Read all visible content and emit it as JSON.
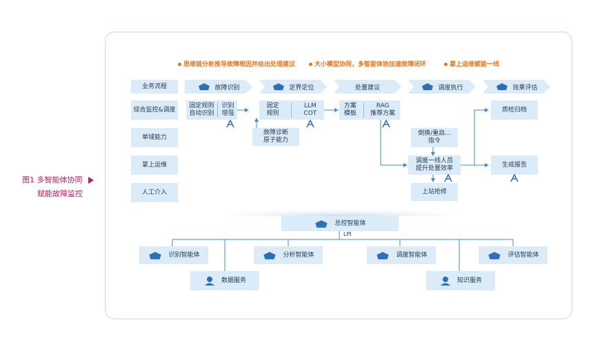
{
  "caption": {
    "line1": "图1  多智能体协同",
    "line2": "赋能故障监控"
  },
  "highlights": [
    "思维链分析推导故障根因并给出处理建议",
    "大小模型协同，多智能体协加速故障闭环",
    "掌上运维赋能一线"
  ],
  "business": [
    "业务流程",
    "综合监控&调度",
    "单域能力",
    "掌上运维",
    "人工介入"
  ],
  "steps": [
    "故障识别",
    "定界定位",
    "处置建议",
    "调度执行",
    "效果评估"
  ],
  "identify": {
    "a": "固定规则\n自动识别",
    "b": "识别\n增强"
  },
  "locate": {
    "a": "固定\n规则",
    "b": "LLM\nCOT"
  },
  "diag": "故障诊断\n原子能力",
  "suggest": {
    "a": "方案\n模板",
    "b": "RAG\n推荐方案"
  },
  "dispatch": {
    "switch": "倒换/重启...\n指令",
    "staff": "调度一线人员\n提升处置效率",
    "repair": "上站抢修"
  },
  "evaluate": {
    "archive": "质检归档",
    "report": "生成报告"
  },
  "master": "总控智能体",
  "lpi": "LPI",
  "agents": [
    "识别智能体",
    "分析智能体",
    "调度智能体",
    "评估智能体"
  ],
  "services": [
    "数据服务",
    "知识服务"
  ],
  "colors": {
    "accent": "#e8761f",
    "node": "#dcebf8",
    "line": "#3f8bd8",
    "caption": "#b8205b"
  }
}
